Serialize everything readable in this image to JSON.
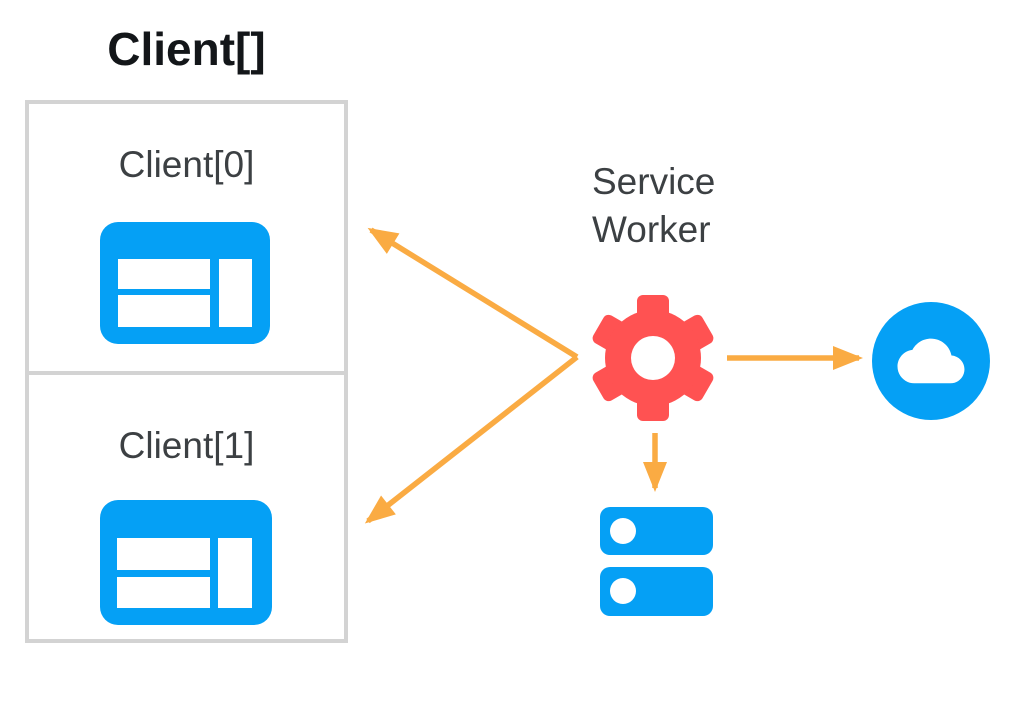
{
  "colors": {
    "blue": "#05A0F5",
    "red": "#FF5252",
    "orange": "#FAAB43",
    "text": "#3C4043",
    "title": "#131619",
    "border": "#D3D3D3",
    "white": "#FFFFFF",
    "background": "#FFFFFF"
  },
  "diagram": {
    "title": "Client[]",
    "clients": [
      {
        "label": "Client[0]",
        "icon": "browser-window-icon"
      },
      {
        "label": "Client[1]",
        "icon": "browser-window-icon"
      }
    ],
    "service_worker": {
      "label": "Service Worker",
      "icon": "gear-icon"
    },
    "network": {
      "icon": "cloud-icon"
    },
    "storage": {
      "icon": "storage-database-icon"
    },
    "arrows": [
      {
        "name": "service-worker-to-client-0",
        "from": "service-worker",
        "to": "client-0",
        "color": "#FAAB43"
      },
      {
        "name": "service-worker-to-client-1",
        "from": "service-worker",
        "to": "client-1",
        "color": "#FAAB43"
      },
      {
        "name": "service-worker-to-cloud",
        "from": "service-worker",
        "to": "cloud",
        "color": "#FAAB43"
      },
      {
        "name": "service-worker-to-storage",
        "from": "service-worker",
        "to": "storage",
        "color": "#FAAB43"
      }
    ]
  }
}
